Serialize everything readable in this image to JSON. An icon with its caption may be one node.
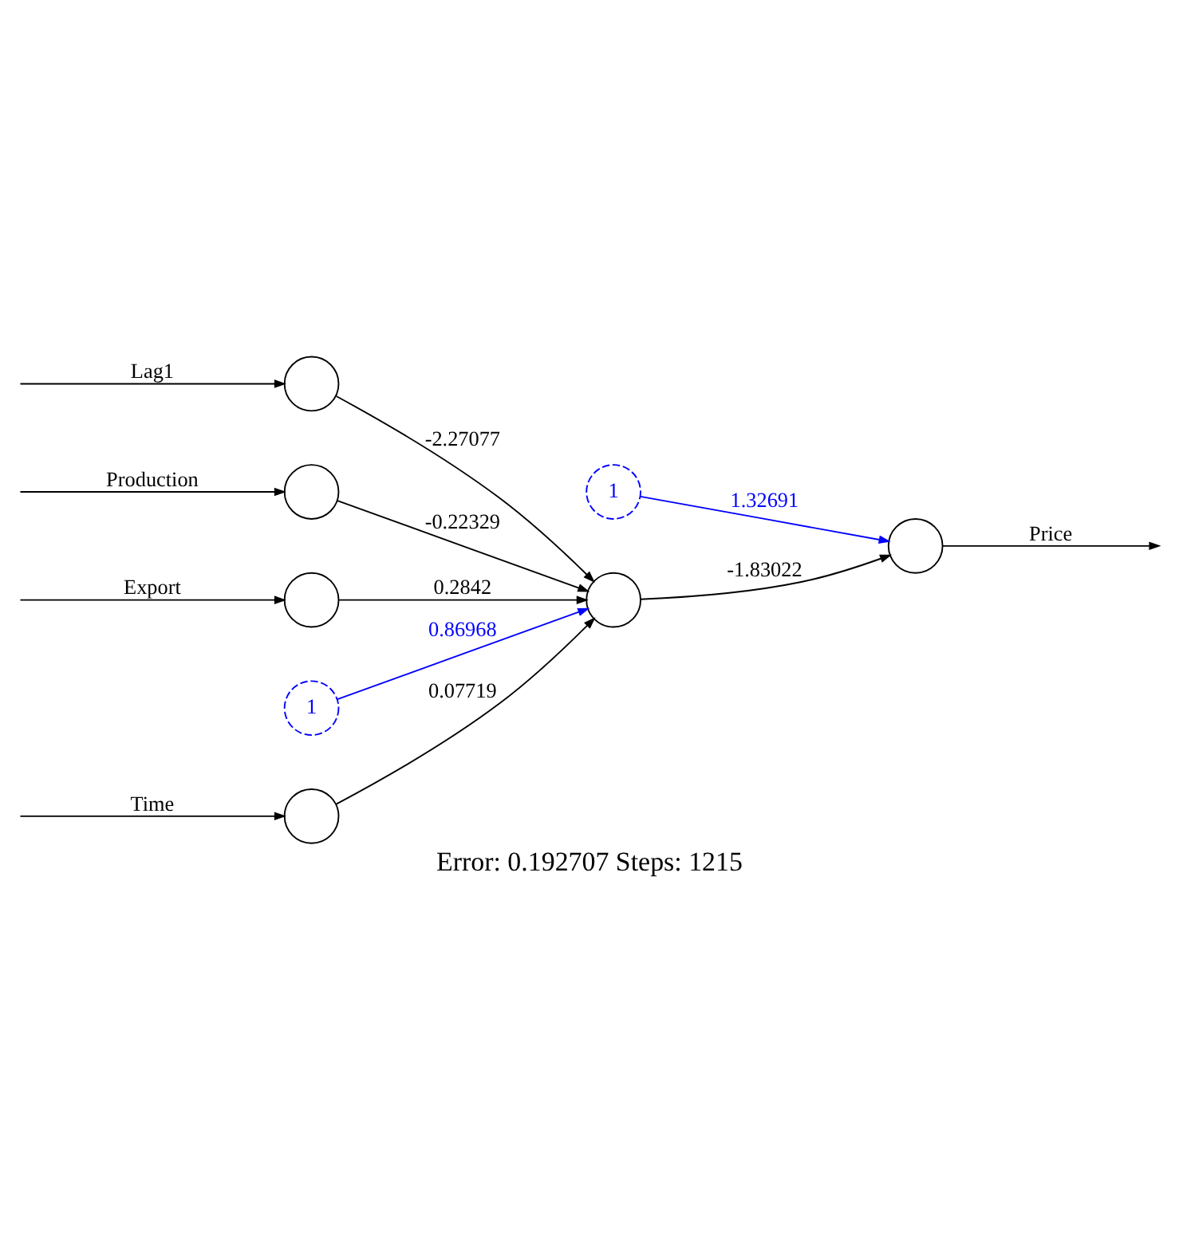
{
  "diagram": {
    "caption": "Error: 0.192707 Steps: 1215",
    "nodes": [
      {
        "text": [],
        "shape": "circle"
      },
      {
        "text": [],
        "shape": "circle"
      },
      {
        "text": [],
        "shape": "circle"
      },
      {
        "text": [],
        "shape": "circle"
      },
      {
        "text": [],
        "shape": "circle"
      },
      {
        "text": [],
        "shape": "circle"
      },
      {
        "text": [
          "1"
        ]
      },
      {
        "text": [
          "1"
        ]
      }
    ],
    "edges": [
      {
        "from": null,
        "to": 0,
        "arrow": "to",
        "label": "Time"
      },
      {
        "from": null,
        "to": 1,
        "arrow": "to",
        "label": "Lag1"
      },
      {
        "from": null,
        "to": 2,
        "arrow": "to",
        "label": "Production"
      },
      {
        "from": null,
        "to": 3,
        "arrow": "to",
        "label": "Export"
      },
      {
        "from": 0,
        "to": 4,
        "arrow": "to",
        "label": "0.07719"
      },
      {
        "from": 1,
        "to": 4,
        "arrow": "to",
        "label": "-2.27077"
      },
      {
        "from": 2,
        "to": 4,
        "arrow": "to",
        "label": "-0.22329"
      },
      {
        "from": 3,
        "to": 4,
        "arrow": "to",
        "label": "0.2842"
      },
      {
        "from": 6,
        "to": 4,
        "arrow": "to",
        "label": "0.86968",
        "color": "#0000ff"
      },
      {
        "from": 4,
        "to": 5,
        "arrow": "to",
        "label": "-1.83022"
      },
      {
        "from": 7,
        "to": 5,
        "arrow": "to",
        "label": "1.32691",
        "color": "#0000ff"
      },
      {
        "from": 5,
        "to": null,
        "arrow": "to",
        "label": "Price"
      }
    ]
  }
}
